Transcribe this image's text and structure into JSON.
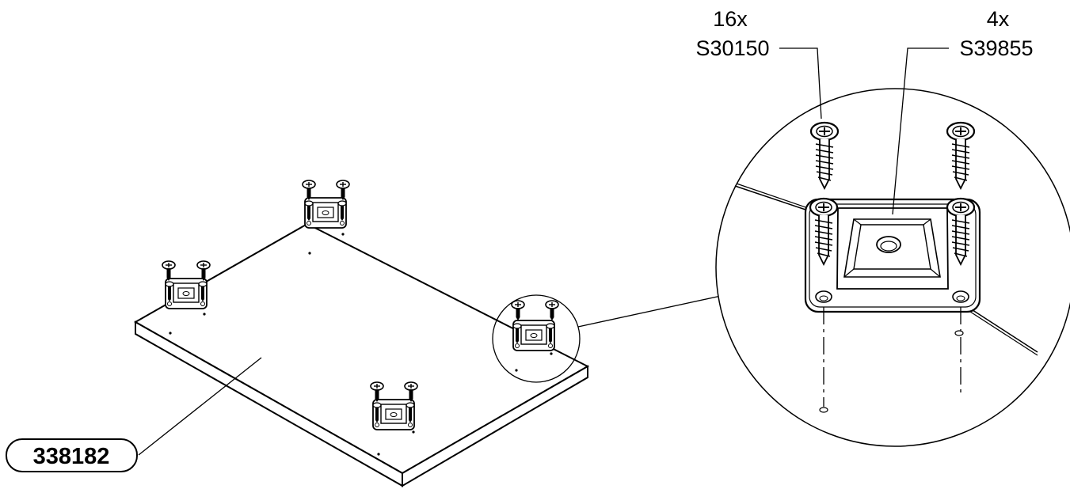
{
  "diagram": {
    "part_callout": {
      "number": "338182"
    },
    "hardware": [
      {
        "quantity": "16x",
        "code": "S30150",
        "kind": "screw"
      },
      {
        "quantity": "4x",
        "code": "S39855",
        "kind": "bracket"
      }
    ]
  },
  "colors": {
    "line": "#000000",
    "background": "#ffffff",
    "shade": "#dddddd"
  }
}
